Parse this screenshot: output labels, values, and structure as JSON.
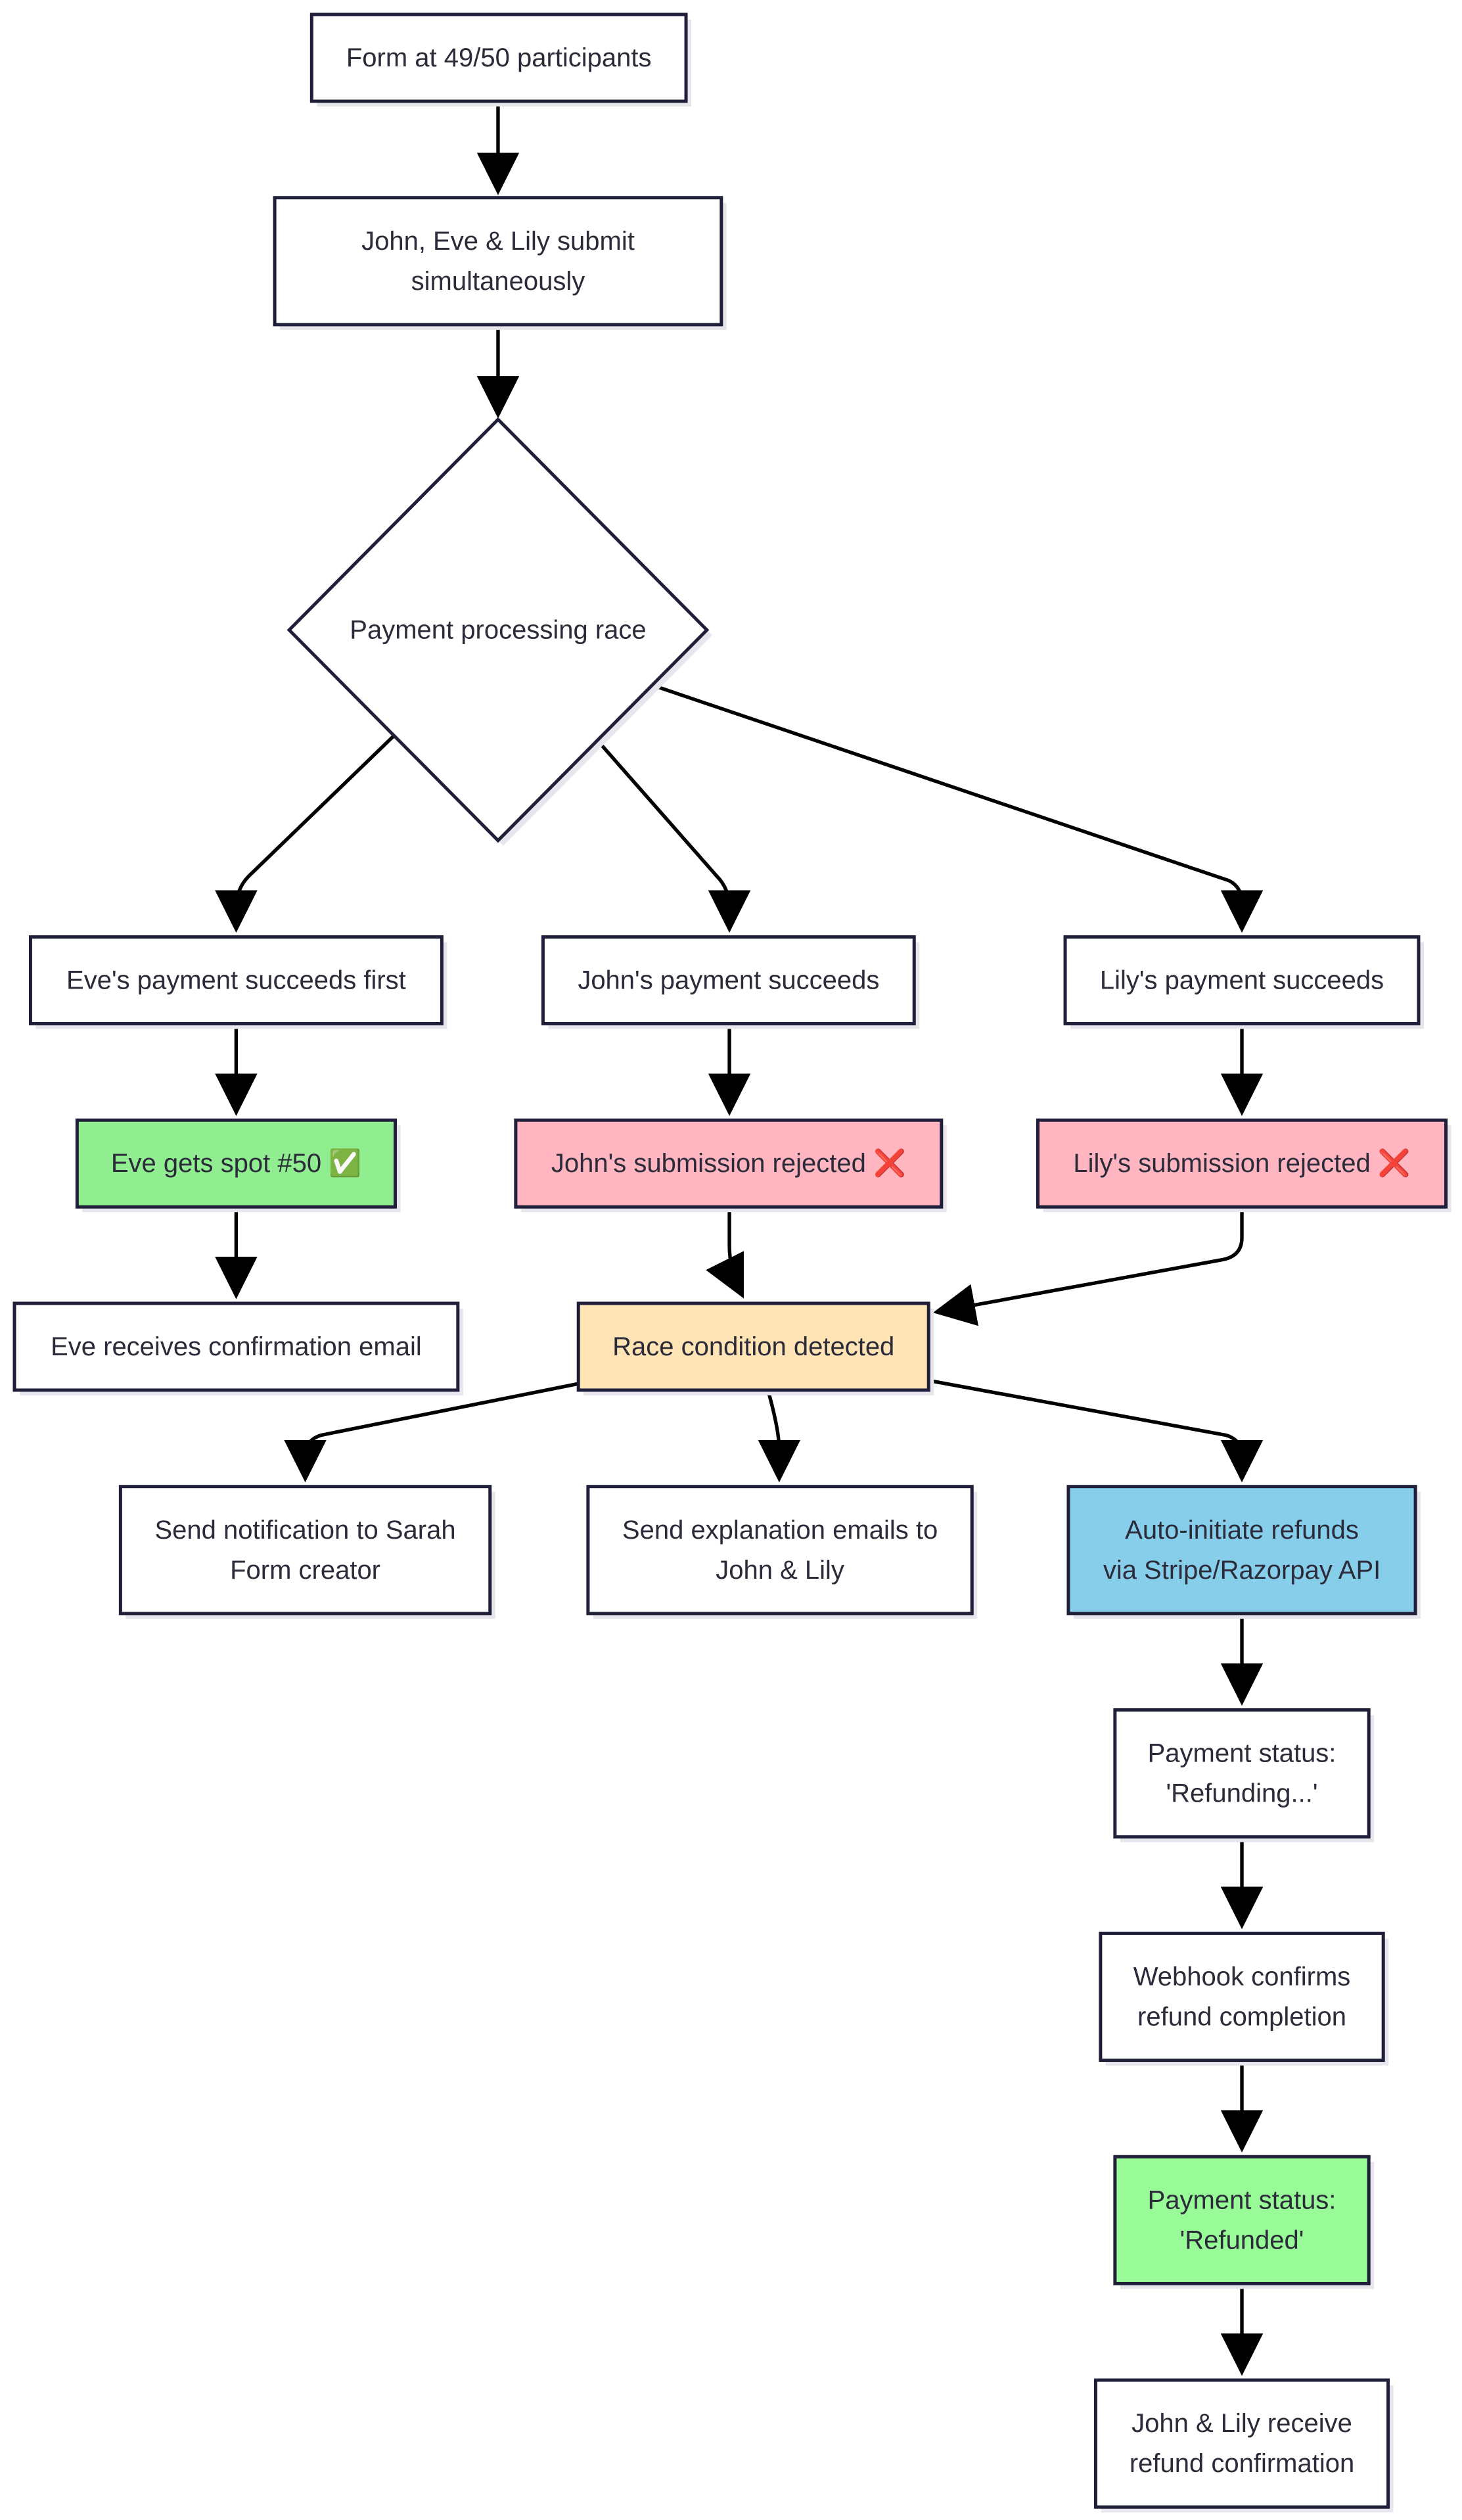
{
  "colors": {
    "default_fill": "#ffffff",
    "stroke": "#1f1f3a",
    "success_green": "#90ee90",
    "reject_pink": "#ffb6c1",
    "warning_orange": "#ffe4b5",
    "refund_blue": "#87ceeb",
    "refunded_green": "#98fb98",
    "shadow": "#e6e6ec"
  },
  "nodes": [
    {
      "id": "form_at_capacity",
      "lines": [
        "Form at 49/50 participants"
      ],
      "shape": "rect",
      "fill": "default_fill"
    },
    {
      "id": "simultaneous_submit",
      "lines": [
        "John, Eve & Lily submit",
        "simultaneously"
      ],
      "shape": "rect",
      "fill": "default_fill"
    },
    {
      "id": "payment_race",
      "lines": [
        "Payment processing race"
      ],
      "shape": "diamond",
      "fill": "default_fill"
    },
    {
      "id": "eve_payment",
      "lines": [
        "Eve's payment succeeds first"
      ],
      "shape": "rect",
      "fill": "default_fill"
    },
    {
      "id": "john_payment",
      "lines": [
        "John's payment succeeds"
      ],
      "shape": "rect",
      "fill": "default_fill"
    },
    {
      "id": "lily_payment",
      "lines": [
        "Lily's payment succeeds"
      ],
      "shape": "rect",
      "fill": "default_fill"
    },
    {
      "id": "eve_spot",
      "lines": [
        "Eve gets spot #50 ✅"
      ],
      "shape": "rect",
      "fill": "success_green"
    },
    {
      "id": "john_rejected",
      "lines": [
        "John's submission rejected ❌"
      ],
      "shape": "rect",
      "fill": "reject_pink"
    },
    {
      "id": "lily_rejected",
      "lines": [
        "Lily's submission rejected ❌"
      ],
      "shape": "rect",
      "fill": "reject_pink"
    },
    {
      "id": "eve_email",
      "lines": [
        "Eve receives confirmation email"
      ],
      "shape": "rect",
      "fill": "default_fill"
    },
    {
      "id": "race_detected",
      "lines": [
        "Race condition detected"
      ],
      "shape": "rect",
      "fill": "warning_orange"
    },
    {
      "id": "notify_sarah",
      "lines": [
        "Send notification to Sarah",
        "Form creator"
      ],
      "shape": "rect",
      "fill": "default_fill"
    },
    {
      "id": "explain_emails",
      "lines": [
        "Send explanation emails to",
        "John & Lily"
      ],
      "shape": "rect",
      "fill": "default_fill"
    },
    {
      "id": "auto_refunds",
      "lines": [
        "Auto-initiate refunds",
        "via Stripe/Razorpay API"
      ],
      "shape": "rect",
      "fill": "refund_blue"
    },
    {
      "id": "status_refunding",
      "lines": [
        "Payment status:",
        "'Refunding...'"
      ],
      "shape": "rect",
      "fill": "default_fill"
    },
    {
      "id": "webhook_confirm",
      "lines": [
        "Webhook confirms",
        "refund completion"
      ],
      "shape": "rect",
      "fill": "default_fill"
    },
    {
      "id": "status_refunded",
      "lines": [
        "Payment status:",
        "'Refunded'"
      ],
      "shape": "rect",
      "fill": "refunded_green"
    },
    {
      "id": "refund_confirmation",
      "lines": [
        "John & Lily receive",
        "refund confirmation"
      ],
      "shape": "rect",
      "fill": "default_fill"
    }
  ],
  "edges": [
    {
      "from": "form_at_capacity",
      "to": "simultaneous_submit"
    },
    {
      "from": "simultaneous_submit",
      "to": "payment_race"
    },
    {
      "from": "payment_race",
      "to": "eve_payment"
    },
    {
      "from": "payment_race",
      "to": "john_payment"
    },
    {
      "from": "payment_race",
      "to": "lily_payment"
    },
    {
      "from": "eve_payment",
      "to": "eve_spot"
    },
    {
      "from": "john_payment",
      "to": "john_rejected"
    },
    {
      "from": "lily_payment",
      "to": "lily_rejected"
    },
    {
      "from": "eve_spot",
      "to": "eve_email"
    },
    {
      "from": "john_rejected",
      "to": "race_detected"
    },
    {
      "from": "lily_rejected",
      "to": "race_detected"
    },
    {
      "from": "race_detected",
      "to": "notify_sarah"
    },
    {
      "from": "race_detected",
      "to": "explain_emails"
    },
    {
      "from": "race_detected",
      "to": "auto_refunds"
    },
    {
      "from": "auto_refunds",
      "to": "status_refunding"
    },
    {
      "from": "status_refunding",
      "to": "webhook_confirm"
    },
    {
      "from": "webhook_confirm",
      "to": "status_refunded"
    },
    {
      "from": "status_refunded",
      "to": "refund_confirmation"
    }
  ]
}
